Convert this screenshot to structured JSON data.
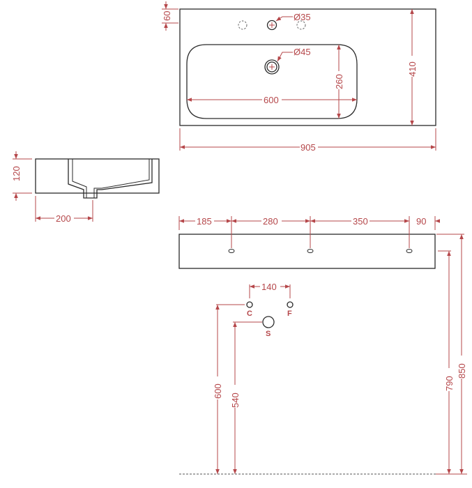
{
  "colors": {
    "dimension": "#b5474a",
    "outline": "#2a2a2a",
    "background": "#ffffff"
  },
  "top_view": {
    "dims": {
      "tap_hole_offset": "60",
      "tap_hole_diameter": "Ø35",
      "drain_diameter": "Ø45",
      "basin_depth": "260",
      "overall_depth": "410",
      "basin_width": "600",
      "overall_width": "905"
    }
  },
  "section_view": {
    "dims": {
      "height": "120",
      "drain_offset": "200"
    }
  },
  "front_view": {
    "dims": {
      "seg1": "185",
      "seg2": "280",
      "seg3": "350",
      "seg4": "90"
    }
  },
  "installation": {
    "dims": {
      "supply_spacing": "140",
      "supply_height": "600",
      "waste_height": "540",
      "bottom_height": "790",
      "top_height": "850"
    },
    "labels": {
      "hot": "C",
      "cold": "F",
      "waste": "S"
    }
  }
}
